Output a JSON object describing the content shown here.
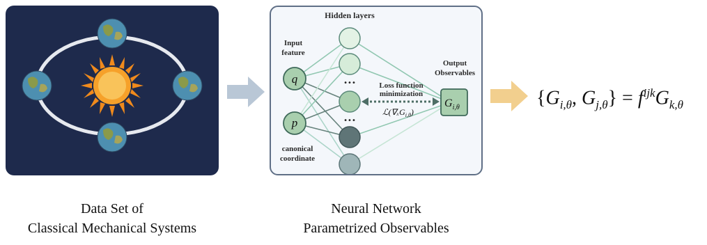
{
  "left_panel": {
    "caption_line1": "Data Set of",
    "caption_line2": "Classical Mechanical Systems",
    "colors": {
      "background": "#1e2a4c",
      "orbit": "#e6e9ef",
      "sun": "#f6a12a",
      "earth_ocean": "#4d8fb0",
      "earth_land": "#8a9a4a"
    },
    "icons": [
      "sun-icon",
      "earth-icon-top",
      "earth-icon-left",
      "earth-icon-right",
      "earth-icon-bottom"
    ]
  },
  "middle_panel": {
    "hidden_layers_label": "Hidden layers",
    "input_label_line1": "Input",
    "input_label_line2": "feature",
    "input_q": "q",
    "input_p": "p",
    "canonical_line1": "canonical",
    "canonical_line2": "coordinate",
    "output_label_line1": "Output",
    "output_label_line2": "Observables",
    "output_node_main": "G",
    "output_node_sub": "i,θ",
    "loss_line1": "Loss function",
    "loss_line2": "minimization",
    "loss_formula": "ℒ(∇ₓG",
    "loss_formula_sub": "i,θ",
    "loss_formula_end": ")",
    "ellipsis": "•••",
    "caption_line1": "Neural Network",
    "caption_line2": "Parametrized Observables",
    "colors": {
      "border": "#5f6f86",
      "node_light": "#d6ecd9",
      "node_mid": "#a9cfae",
      "node_dark": "#5f7577",
      "node_gray": "#9fb6b8",
      "edge": "#7fbfa4"
    }
  },
  "arrows": {
    "left_arrow_color": "#b9c7d6",
    "right_arrow_color": "#f2cf8e"
  },
  "equation": {
    "open_brace": "{",
    "g1": "G",
    "g1_sub": "i,θ",
    "comma": ", ",
    "g2": "G",
    "g2_sub": "j,θ",
    "close_brace": "}",
    "equals": " = ",
    "f": "f",
    "f_sup": "ijk",
    "g3": "G",
    "g3_sub": "k,θ"
  }
}
